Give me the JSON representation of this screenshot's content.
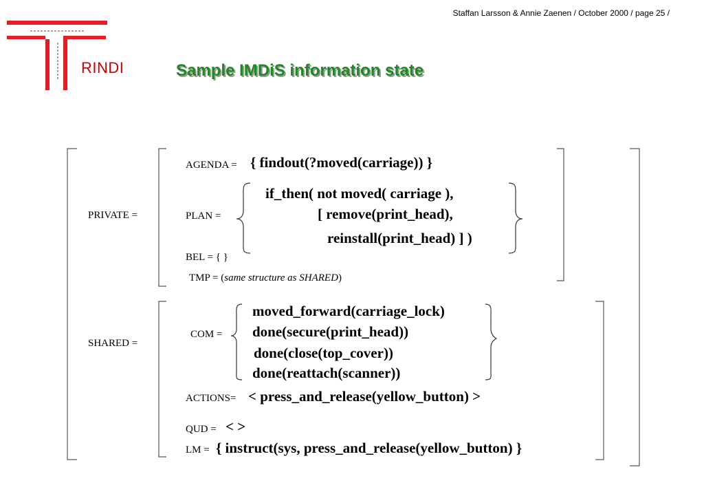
{
  "header": {
    "credit": "Staffan Larsson & Annie Zaenen / October  2000 / page 25 /"
  },
  "logo": {
    "text": "RINDI"
  },
  "slide": {
    "title": "Sample IMDiS information state"
  },
  "private": {
    "label": "PRIVATE =",
    "agenda_label": "AGENDA =",
    "agenda_value": "{ findout(?moved(carriage)) }",
    "plan_label": "PLAN =",
    "plan_lines": [
      "if_then( not moved( carriage ),",
      "[ remove(print_head),",
      "reinstall(print_head) ] )"
    ],
    "bel": "BEL = { }",
    "tmp_prefix": "TMP = (",
    "tmp_italic": "same structure as SHARED",
    "tmp_suffix": ")"
  },
  "shared": {
    "label": "SHARED =",
    "com_label": "COM =",
    "com_lines": [
      "moved_forward(carriage_lock)",
      "done(secure(print_head))",
      "done(close(top_cover))",
      "done(reattach(scanner))"
    ],
    "actions_label": "ACTIONS=",
    "actions_value": "< press_and_release(yellow_button) >",
    "qud_label": "QUD =",
    "qud_value": "< >",
    "lm_label": "LM =",
    "lm_value": "{ instruct(sys, press_and_release(yellow_button) }"
  }
}
